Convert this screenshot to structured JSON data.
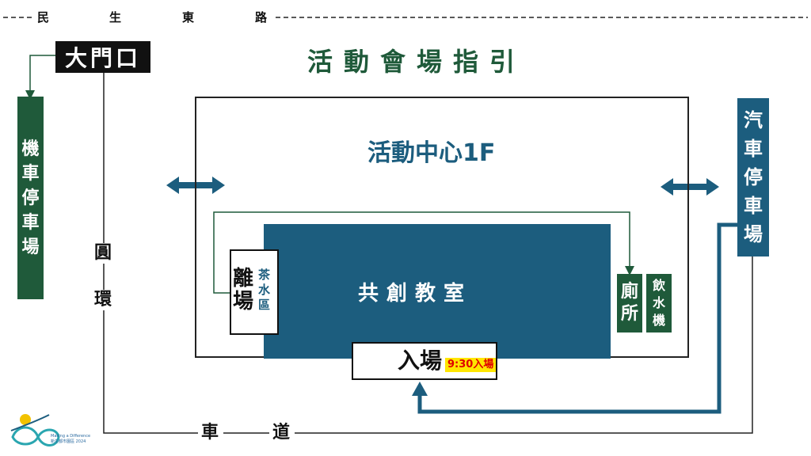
{
  "street": {
    "chars": [
      "民",
      "生",
      "東",
      "路"
    ]
  },
  "title": "活動會場指引",
  "main_gate": "大門口",
  "motorcycle_parking": [
    "機",
    "車",
    "停",
    "車",
    "場"
  ],
  "car_parking": [
    "汽",
    "車",
    "停",
    "車",
    "場"
  ],
  "activity_center": "活動中心1F",
  "classroom": "共創教室",
  "exit": [
    "離",
    "場"
  ],
  "tea_area": [
    "茶",
    "水",
    "區"
  ],
  "restroom": [
    "廁",
    "所"
  ],
  "water_dispenser": [
    "飲",
    "水",
    "機"
  ],
  "entrance": {
    "label": "入場",
    "time": "9:30入場"
  },
  "roundabout": [
    "圓",
    "環"
  ],
  "driveway": [
    "車",
    "道"
  ],
  "logo": {
    "tagline": "Making a Difference",
    "text": "新生都市園區 2024"
  },
  "colors": {
    "green": "#1f5a3a",
    "blue": "#1c5d7e",
    "highlight": "#ffe600",
    "red": "#e00000"
  }
}
